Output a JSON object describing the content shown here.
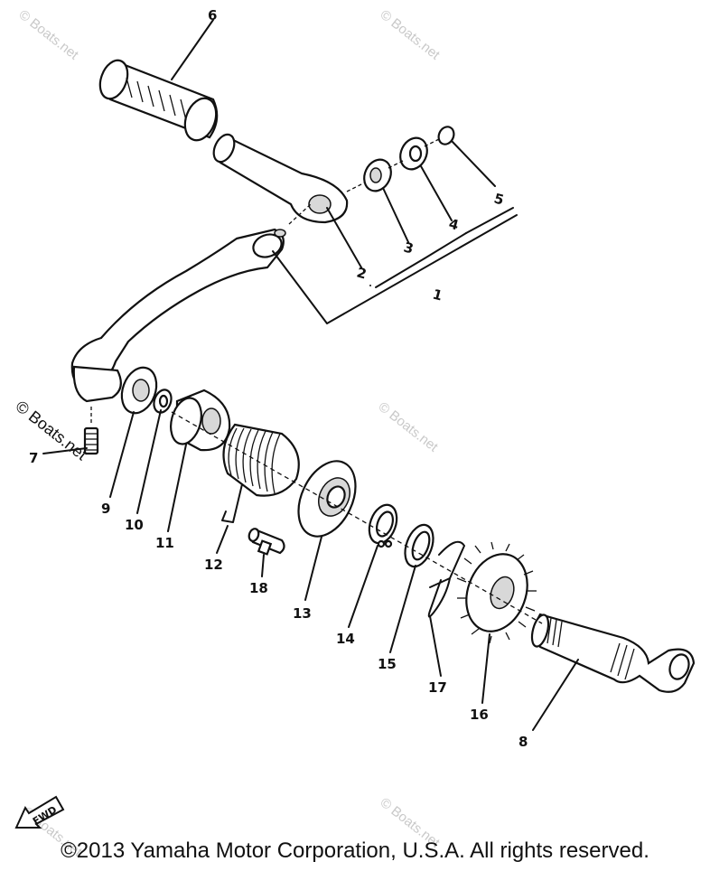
{
  "watermark": {
    "text": "© Boats.net"
  },
  "callouts": [
    "1",
    "2",
    "3",
    "4",
    "5",
    "6",
    "7",
    "8",
    "9",
    "10",
    "11",
    "12",
    "13",
    "14",
    "15",
    "16",
    "17",
    "18"
  ],
  "fwd_label": "FWD",
  "copyright": "©2013 Yamaha Motor Corporation, U.S.A. All rights reserved."
}
